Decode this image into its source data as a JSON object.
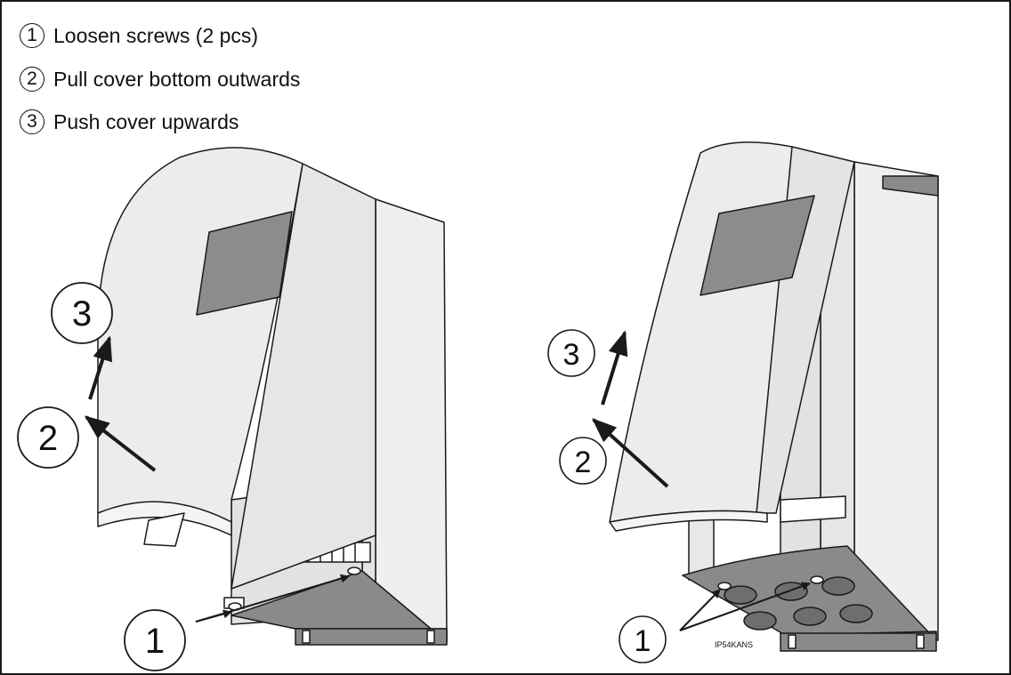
{
  "legend": [
    {
      "num": "1",
      "text": "Loosen screws (2 pcs)"
    },
    {
      "num": "2",
      "text": "Pull cover bottom outwards"
    },
    {
      "num": "3",
      "text": "Push cover upwards"
    }
  ],
  "left_figure": {
    "callout_3": "3",
    "callout_2": "2",
    "callout_1": "1"
  },
  "right_figure": {
    "callout_3": "3",
    "callout_2": "2",
    "callout_1": "1",
    "drawing_code": "IP54KANS"
  },
  "colors": {
    "line": "#1a1a1a",
    "cover": "#ececec",
    "panel": "#e2e2e2",
    "dark": "#8a8a8a",
    "window": "#8c8c8c"
  }
}
